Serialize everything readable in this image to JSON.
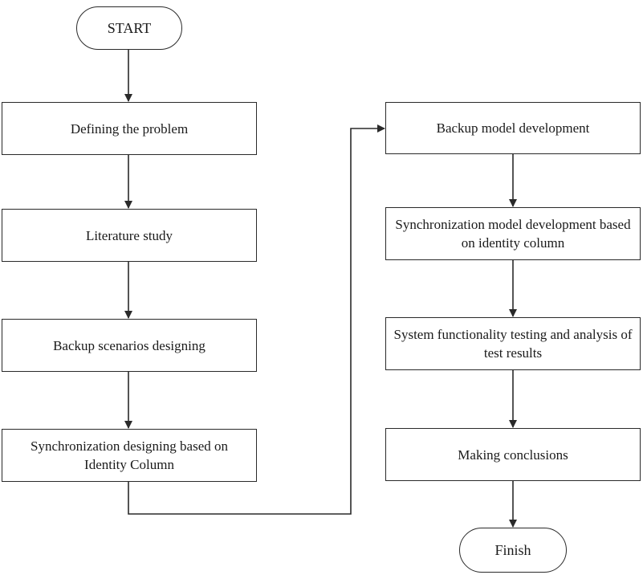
{
  "nodes": {
    "start": "START",
    "defining_problem": "Defining the problem",
    "literature_study": "Literature study",
    "backup_scenarios": "Backup scenarios designing",
    "sync_designing": "Synchronization designing based on Identity Column",
    "backup_model": "Backup model development",
    "sync_model": "Synchronization model development based on identity column",
    "system_testing": "System functionality testing and analysis of test results",
    "conclusions": "Making conclusions",
    "finish": "Finish"
  }
}
